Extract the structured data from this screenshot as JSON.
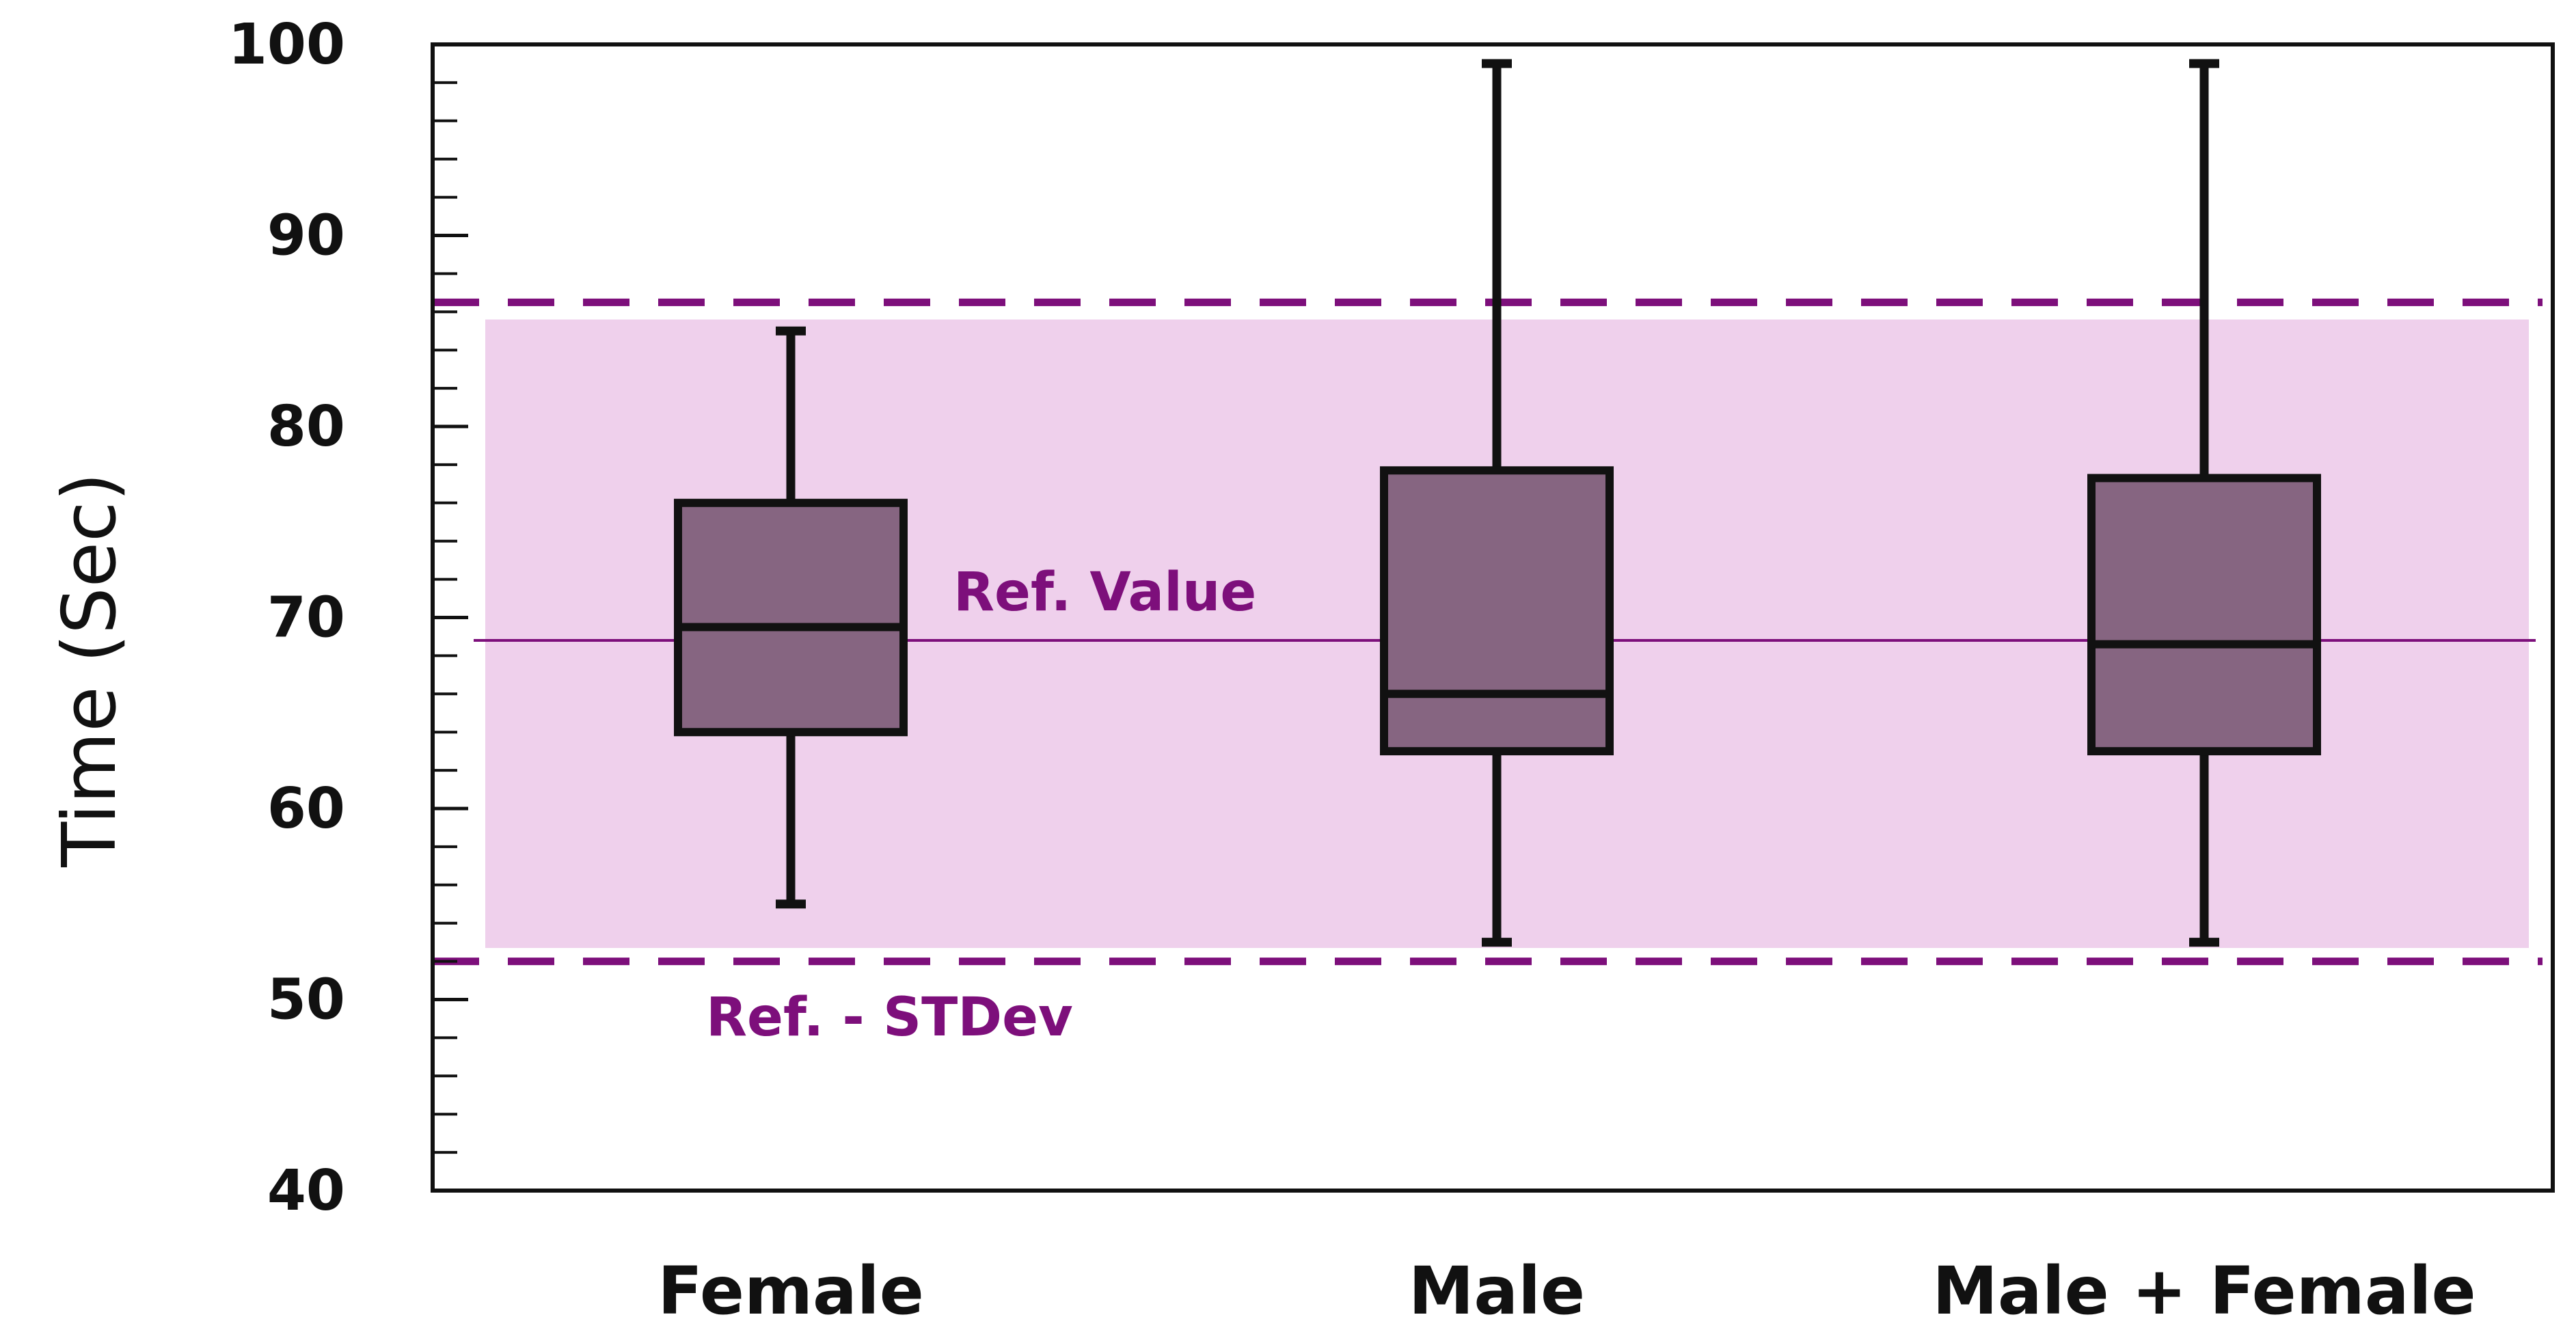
{
  "chart_data": {
    "type": "box",
    "ylabel": "Time (Sec)",
    "xlabel": "",
    "ylim": [
      40,
      100
    ],
    "yticks": [
      40,
      50,
      60,
      70,
      80,
      90,
      100
    ],
    "minor_tick_step": 2,
    "categories": [
      "Female",
      "Male",
      "Male + Female"
    ],
    "boxes": [
      {
        "category": "Female",
        "min": 55,
        "q1": 64,
        "median": 69.5,
        "q3": 76,
        "max": 85
      },
      {
        "category": "Male",
        "min": 53,
        "q1": 63,
        "median": 66,
        "q3": 77.7,
        "max": 99
      },
      {
        "category": "Male + Female",
        "min": 53,
        "q1": 63,
        "median": 68.6,
        "q3": 77.3,
        "max": 99
      }
    ],
    "reference": {
      "ref_value": 68.8,
      "ref_value_label": "Ref. Value",
      "upper_dashed": 86.5,
      "lower_dashed": 52,
      "lower_dashed_label": "Ref. - STDev",
      "band_low": 52.7,
      "band_high": 85.6
    },
    "grid": false,
    "legend": "none",
    "colors": {
      "box_fill": "#866581",
      "band_fill": "#efd0ec",
      "reference": "#7d0f7b",
      "stroke": "#111111"
    }
  }
}
